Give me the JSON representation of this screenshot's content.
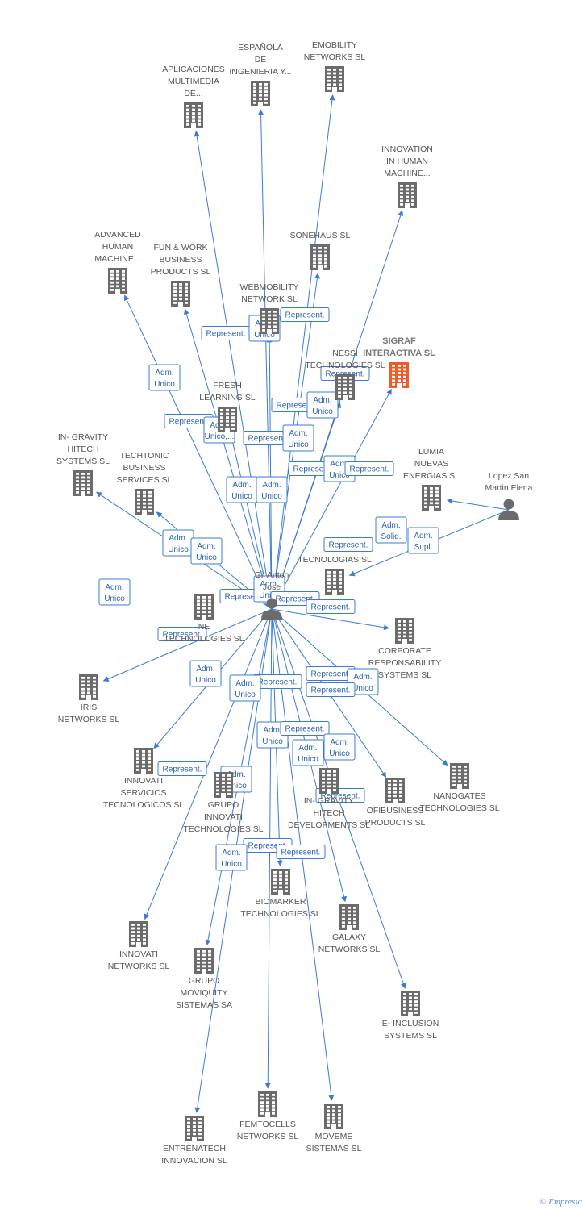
{
  "colors": {
    "edge": "#3a7bd5",
    "node": "#6b6b6b",
    "highlight": "#f05a28"
  },
  "footer": {
    "copyright": "©",
    "brand": "Empresia"
  },
  "nodes": [
    {
      "id": "center",
      "kind": "person",
      "label": [
        "Gil Anton",
        "Jose"
      ]
    },
    {
      "id": "lopez",
      "kind": "person",
      "label": [
        "Lopez San",
        "Martin Elena"
      ]
    },
    {
      "id": "sigraf",
      "kind": "company",
      "highlight": true,
      "label": [
        "SIGRAF",
        "INTERACTIVA SL"
      ]
    },
    {
      "id": "aplicaciones",
      "kind": "company",
      "label": [
        "APLICACIONES",
        "MULTIMEDIA",
        "DE..."
      ]
    },
    {
      "id": "espanola",
      "kind": "company",
      "label": [
        "ESPAÑOLA",
        "DE",
        "INGENIERIA Y..."
      ]
    },
    {
      "id": "emobility",
      "kind": "company",
      "label": [
        "EMOBILITY",
        "NETWORKS SL"
      ]
    },
    {
      "id": "innovation_hm",
      "kind": "company",
      "label": [
        "INNOVATION",
        "IN HUMAN",
        "MACHINE..."
      ]
    },
    {
      "id": "advanced",
      "kind": "company",
      "label": [
        "ADVANCED",
        "HUMAN",
        "MACHINE..."
      ]
    },
    {
      "id": "funwork",
      "kind": "company",
      "label": [
        "FUN & WORK",
        "BUSINESS",
        "PRODUCTS  SL"
      ]
    },
    {
      "id": "sonehaus",
      "kind": "company",
      "label": [
        "SONEHAUS SL"
      ]
    },
    {
      "id": "webmobility",
      "kind": "company",
      "label": [
        "WEBMOBILITY",
        "NETWORK SL"
      ]
    },
    {
      "id": "nessi",
      "kind": "company",
      "label": [
        "NESSI",
        "TECHNOLOGIES SL"
      ]
    },
    {
      "id": "fresh",
      "kind": "company",
      "label": [
        "FRESH",
        "LEARNING SL"
      ]
    },
    {
      "id": "ingravity_hs",
      "kind": "company",
      "label": [
        "IN- GRAVITY",
        "HITECH",
        "SYSTEMS SL"
      ]
    },
    {
      "id": "techtonic",
      "kind": "company",
      "label": [
        "TECHTONIC",
        "BUSINESS",
        "SERVICES SL"
      ]
    },
    {
      "id": "lumia",
      "kind": "company",
      "label": [
        "LUMIA",
        "NUEVAS",
        "ENERGIAS SL"
      ]
    },
    {
      "id": "tecnologias",
      "kind": "company",
      "label": [
        "TECNOLOGIAS SL"
      ]
    },
    {
      "id": "ne_tech",
      "kind": "company",
      "label": [
        "NE",
        "TECHNOLOGIES SL"
      ]
    },
    {
      "id": "corporate",
      "kind": "company",
      "label": [
        "CORPORATE",
        "RESPONSABILITY",
        "SYSTEMS SL"
      ]
    },
    {
      "id": "iris",
      "kind": "company",
      "label": [
        "IRIS",
        "NETWORKS SL"
      ]
    },
    {
      "id": "innovati_serv",
      "kind": "company",
      "label": [
        "INNOVATI",
        "SERVICIOS",
        "TECNOLOGICOS SL"
      ]
    },
    {
      "id": "grupo_innovati",
      "kind": "company",
      "label": [
        "GRUPO",
        "INNOVATI",
        "TECHNOLOGIES SL"
      ]
    },
    {
      "id": "ingravity_hd",
      "kind": "company",
      "label": [
        "IN- GRAVITY",
        "HITECH",
        "DEVELOPMENTS SL"
      ]
    },
    {
      "id": "ofibusiness",
      "kind": "company",
      "label": [
        "OFIBUSINESS",
        "PRODUCTS SL"
      ]
    },
    {
      "id": "nanogates",
      "kind": "company",
      "label": [
        "NANOGATES",
        "TECHNOLOGIES SL"
      ]
    },
    {
      "id": "biomarker",
      "kind": "company",
      "label": [
        "BIOMARKER",
        "TECHNOLOGIES SL"
      ]
    },
    {
      "id": "galaxy",
      "kind": "company",
      "label": [
        "GALAXY",
        "NETWORKS SL"
      ]
    },
    {
      "id": "innovati_net",
      "kind": "company",
      "label": [
        "INNOVATI",
        "NETWORKS SL"
      ]
    },
    {
      "id": "moviquity",
      "kind": "company",
      "label": [
        "GRUPO",
        "MOVIQUITY",
        "SISTEMAS SA"
      ]
    },
    {
      "id": "einclusion",
      "kind": "company",
      "label": [
        "E- INCLUSION",
        "SYSTEMS SL"
      ]
    },
    {
      "id": "entrenatech",
      "kind": "company",
      "label": [
        "ENTRENATECH",
        "INNOVACION SL"
      ]
    },
    {
      "id": "femtocells",
      "kind": "company",
      "label": [
        "FEMTOCELLS",
        "NETWORKS SL"
      ]
    },
    {
      "id": "moveme",
      "kind": "company",
      "label": [
        "MOVEME",
        "SISTEMAS SL"
      ]
    }
  ],
  "edges": [
    {
      "from": "center",
      "to": "aplicaciones"
    },
    {
      "from": "center",
      "to": "espanola"
    },
    {
      "from": "center",
      "to": "emobility"
    },
    {
      "from": "center",
      "to": "innovation_hm"
    },
    {
      "from": "center",
      "to": "advanced"
    },
    {
      "from": "center",
      "to": "funwork"
    },
    {
      "from": "center",
      "to": "sonehaus"
    },
    {
      "from": "center",
      "to": "webmobility"
    },
    {
      "from": "center",
      "to": "nessi"
    },
    {
      "from": "center",
      "to": "fresh"
    },
    {
      "from": "center",
      "to": "sigraf"
    },
    {
      "from": "center",
      "to": "ingravity_hs"
    },
    {
      "from": "center",
      "to": "techtonic"
    },
    {
      "from": "center",
      "to": "iris"
    },
    {
      "from": "center",
      "to": "corporate"
    },
    {
      "from": "center",
      "to": "innovati_serv"
    },
    {
      "from": "center",
      "to": "ofibusiness"
    },
    {
      "from": "center",
      "to": "nanogates"
    },
    {
      "from": "center",
      "to": "galaxy"
    },
    {
      "from": "center",
      "to": "innovati_net"
    },
    {
      "from": "center",
      "to": "moviquity"
    },
    {
      "from": "center",
      "to": "einclusion"
    },
    {
      "from": "center",
      "to": "entrenatech"
    },
    {
      "from": "center",
      "to": "femtocells"
    },
    {
      "from": "center",
      "to": "moveme"
    },
    {
      "from": "center",
      "to": "biomarker"
    },
    {
      "from": "lopez",
      "to": "tecnologias"
    },
    {
      "from": "lopez",
      "to": "lumia"
    }
  ],
  "badges": [
    {
      "lines": [
        "Adm.",
        "Unico"
      ]
    },
    {
      "lines": [
        "Represent."
      ]
    },
    {
      "lines": [
        "Represent."
      ]
    },
    {
      "lines": [
        "Represent."
      ]
    },
    {
      "lines": [
        "Adm.",
        "Unico"
      ]
    },
    {
      "lines": [
        "Represent."
      ]
    },
    {
      "lines": [
        "Adm.",
        "Unico,..."
      ]
    },
    {
      "lines": [
        "Represent."
      ]
    },
    {
      "lines": [
        "Adm.",
        "Unico"
      ]
    },
    {
      "lines": [
        "Represent."
      ]
    },
    {
      "lines": [
        "Adm.",
        "Unico"
      ]
    },
    {
      "lines": [
        "Represent."
      ]
    },
    {
      "lines": [
        "Adm.",
        "Unico"
      ]
    },
    {
      "lines": [
        "Represent."
      ]
    },
    {
      "lines": [
        "Adm.",
        "Unico"
      ]
    },
    {
      "lines": [
        "Adm.",
        "Unico"
      ]
    },
    {
      "lines": [
        "Adm.",
        "Supl."
      ]
    },
    {
      "lines": [
        "Represent."
      ]
    },
    {
      "lines": [
        "Adm.",
        "Solid."
      ]
    },
    {
      "lines": [
        "Adm.",
        "Unico"
      ]
    },
    {
      "lines": [
        "Adm.",
        "Unico"
      ]
    },
    {
      "lines": [
        "Adm.",
        "Unico"
      ]
    },
    {
      "lines": [
        "Represent."
      ]
    },
    {
      "lines": [
        "Adm.",
        "Unico"
      ]
    },
    {
      "lines": [
        "Represent."
      ]
    },
    {
      "lines": [
        "Represent."
      ]
    },
    {
      "lines": [
        "Represent."
      ]
    },
    {
      "lines": [
        "Adm.",
        "Unico"
      ]
    },
    {
      "lines": [
        "Represent."
      ]
    },
    {
      "lines": [
        "Adm.",
        "Unico"
      ]
    },
    {
      "lines": [
        "Represent."
      ]
    },
    {
      "lines": [
        "Adm.",
        "Unico"
      ]
    },
    {
      "lines": [
        "Represent."
      ]
    },
    {
      "lines": [
        "Adm.",
        "Unico"
      ]
    },
    {
      "lines": [
        "Represent."
      ]
    },
    {
      "lines": [
        "Adm.",
        "Unico"
      ]
    },
    {
      "lines": [
        "Adm.",
        "Unico"
      ]
    },
    {
      "lines": [
        "Represent."
      ]
    },
    {
      "lines": [
        "Adm.",
        "Unico"
      ]
    },
    {
      "lines": [
        "Represent."
      ]
    },
    {
      "lines": [
        "Represent."
      ]
    },
    {
      "lines": [
        "Represent."
      ]
    },
    {
      "lines": [
        "Adm.",
        "Unico"
      ]
    }
  ]
}
